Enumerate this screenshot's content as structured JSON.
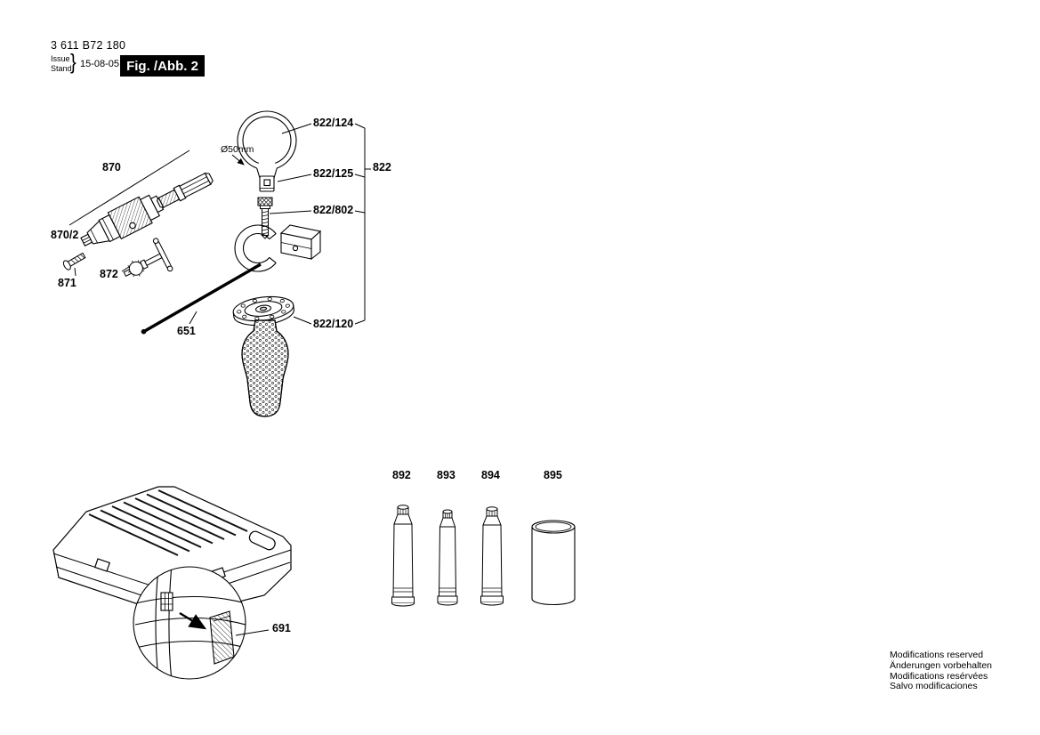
{
  "header": {
    "part_number": "3 611 B72 180",
    "issue_label": "Issue",
    "stand_label": "Stand",
    "brace": "}",
    "date": "15-08-05",
    "figure_label": "Fig. /Abb. 2"
  },
  "diagram": {
    "labels": {
      "chuck_group": "870",
      "chuck_front": "870/2",
      "screw": "871",
      "chuck_key": "872",
      "depth_rod": "651",
      "clamp_band": "822/124",
      "retaining_clip": "822/125",
      "clamp_screw": "822/802",
      "handle_group": "822",
      "handle_grip": "822/120",
      "diameter_note": "Ø50mm",
      "case_insert": "691",
      "tube_1": "892",
      "tube_2": "893",
      "tube_3": "894",
      "canister": "895"
    }
  },
  "footer": {
    "lines": [
      "Modifications reserved",
      "Änderungen vorbehalten",
      "Modifications resérvées",
      "Salvo modificaciones"
    ]
  }
}
